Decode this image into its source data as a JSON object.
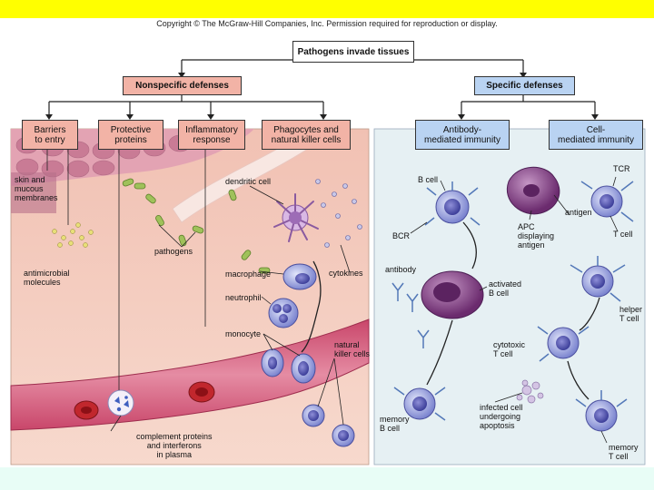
{
  "copyright": "Copyright © The McGraw-Hill Companies, Inc. Permission required for reproduction or display.",
  "header": {
    "root": "Pathogens invade tissues",
    "nonspecific": "Nonspecific defenses",
    "specific": "Specific defenses"
  },
  "nonspecific_boxes": [
    "Barriers\nto entry",
    "Protective\nproteins",
    "Inflammatory\nresponse",
    "Phagocytes and\nnatural killer cells"
  ],
  "specific_boxes": [
    "Antibody-\nmediated immunity",
    "Cell-\nmediated immunity"
  ],
  "labels": {
    "skin": "skin and\nmucous\nmembranes",
    "antimicrobial": "antimicrobial\nmolecules",
    "pathogens": "pathogens",
    "dendritic": "dendritic cell",
    "macrophage": "macrophage",
    "neutrophil": "neutrophil",
    "cytokines": "cytokines",
    "monocyte": "monocyte",
    "nk": "natural\nkiller cells",
    "complement": "complement proteins\nand interferons\nin plasma",
    "bcell": "B cell",
    "bcr": "BCR",
    "apc": "APC\ndisplaying\nantigen",
    "antigen": "antigen",
    "tcr": "TCR",
    "tcell": "T cell",
    "antibody": "antibody",
    "activated": "activated\nB cell",
    "helper": "helper\nT cell",
    "cytotoxic": "cytotoxic\nT cell",
    "memoryb": "memory\nB cell",
    "infected": "infected cell\nundergoing\napoptosis",
    "memoryt": "memory\nT cell"
  },
  "colors": {
    "top_bar": "#ffff00",
    "bottom_bar": "#e8fdf6",
    "nonspecific_box": "#f2b3a6",
    "specific_box": "#b9d3f2"
  }
}
